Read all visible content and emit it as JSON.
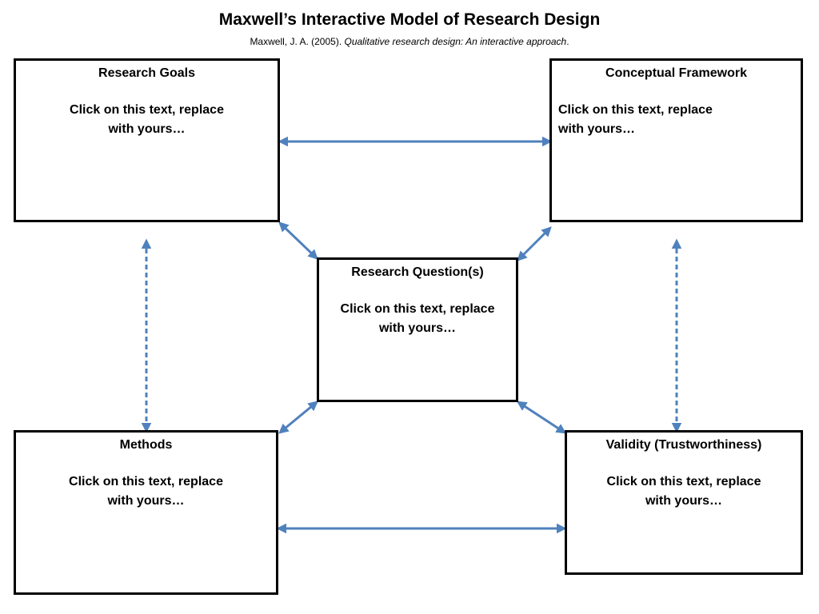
{
  "header": {
    "title": "Maxwell’s Interactive Model of Research Design",
    "citation_prefix": "Maxwell, J. A. (2005). ",
    "citation_title": "Qualitative research design: An interactive approach",
    "citation_suffix": "."
  },
  "boxes": {
    "research_goals": {
      "label": "Research Goals",
      "body": "Click on this text, replace\nwith yours…"
    },
    "conceptual_framework": {
      "label": "Conceptual Framework",
      "body": "Click on this text, replace\nwith yours…"
    },
    "research_questions": {
      "label": "Research Question(s)",
      "body": "Click on this text, replace\nwith yours…"
    },
    "methods": {
      "label": "Methods",
      "body": "Click on this text, replace\nwith yours…"
    },
    "validity": {
      "label": "Validity (Trustworthiness)",
      "body": "Click on this text, replace\nwith yours…"
    }
  },
  "colors": {
    "arrow": "#4f81bd",
    "border": "#000000"
  },
  "connectors": [
    {
      "from": "research_goals",
      "to": "conceptual_framework",
      "style": "solid"
    },
    {
      "from": "methods",
      "to": "validity",
      "style": "solid"
    },
    {
      "from": "research_goals",
      "to": "research_questions",
      "style": "solid"
    },
    {
      "from": "conceptual_framework",
      "to": "research_questions",
      "style": "solid"
    },
    {
      "from": "research_questions",
      "to": "methods",
      "style": "solid"
    },
    {
      "from": "research_questions",
      "to": "validity",
      "style": "solid"
    },
    {
      "from": "research_goals",
      "to": "methods",
      "style": "dashed"
    },
    {
      "from": "conceptual_framework",
      "to": "validity",
      "style": "dashed"
    }
  ]
}
